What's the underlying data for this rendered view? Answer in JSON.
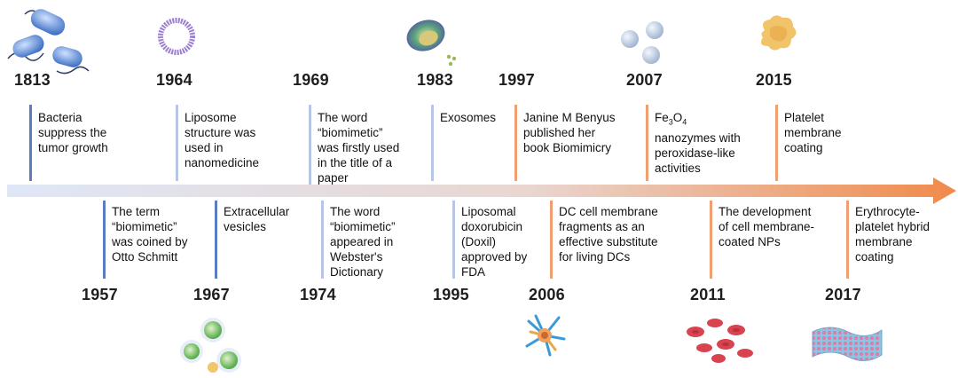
{
  "colors": {
    "arrow_start": "#dfe7f7",
    "arrow_end": "#f08a4b",
    "tick_blue": "#5a7dbf",
    "tick_light": "#b7c6e6",
    "tick_orange": "#f0a070"
  },
  "milestones": [
    {
      "year": "1813",
      "pos": "top",
      "icon": "bacteria-icon",
      "lines": [
        "Bacteria",
        "suppress the",
        "tumor growth"
      ]
    },
    {
      "year": "1957",
      "pos": "bottom",
      "icon": "",
      "lines": [
        "The term",
        "“biomimetic”",
        "was coined by",
        "Otto Schmitt"
      ]
    },
    {
      "year": "1964",
      "pos": "top",
      "icon": "liposome-icon",
      "lines": [
        "Liposome",
        "structure was",
        "used in",
        "nanomedicine"
      ]
    },
    {
      "year": "1967",
      "pos": "bottom",
      "icon": "extracellular-vesicles-icon",
      "lines": [
        "Extracellular",
        "vesicles"
      ]
    },
    {
      "year": "1969",
      "pos": "top",
      "icon": "",
      "lines": [
        "The word",
        "“biomimetic”",
        "was firstly used",
        "in the title of a",
        "paper"
      ]
    },
    {
      "year": "1974",
      "pos": "bottom",
      "icon": "",
      "lines": [
        "The word",
        "“biomimetic”",
        "appeared in",
        "Webster's",
        "Dictionary"
      ]
    },
    {
      "year": "1983",
      "pos": "top",
      "icon": "exosome-icon",
      "lines": [
        "Exosomes"
      ]
    },
    {
      "year": "1995",
      "pos": "bottom",
      "icon": "",
      "lines": [
        "Liposomal",
        "doxorubicin",
        "(Doxil)",
        "approved by",
        "FDA"
      ]
    },
    {
      "year": "1997",
      "pos": "top",
      "icon": "",
      "lines": [
        "Janine M Benyus",
        "published her",
        "book Biomimicry"
      ]
    },
    {
      "year": "2006",
      "pos": "bottom",
      "icon": "dendritic-cell-icon",
      "lines": [
        "DC cell membrane",
        "fragments as an",
        "effective substitute",
        "for living DCs"
      ]
    },
    {
      "year": "2007",
      "pos": "top",
      "icon": "nanozyme-icon",
      "lines": [
        "Fe3O4",
        "nanozymes with",
        "peroxidase-like",
        "activities"
      ]
    },
    {
      "year": "2011",
      "pos": "bottom",
      "icon": "red-blood-cells-icon",
      "lines": [
        "The development",
        "of cell membrane-",
        "coated NPs"
      ]
    },
    {
      "year": "2015",
      "pos": "top",
      "icon": "platelet-icon",
      "lines": [
        "Platelet",
        "membrane",
        "coating"
      ]
    },
    {
      "year": "2017",
      "pos": "bottom",
      "icon": "hybrid-membrane-icon",
      "lines": [
        "Erythrocyte-",
        "platelet hybrid",
        "membrane",
        "coating"
      ]
    }
  ]
}
